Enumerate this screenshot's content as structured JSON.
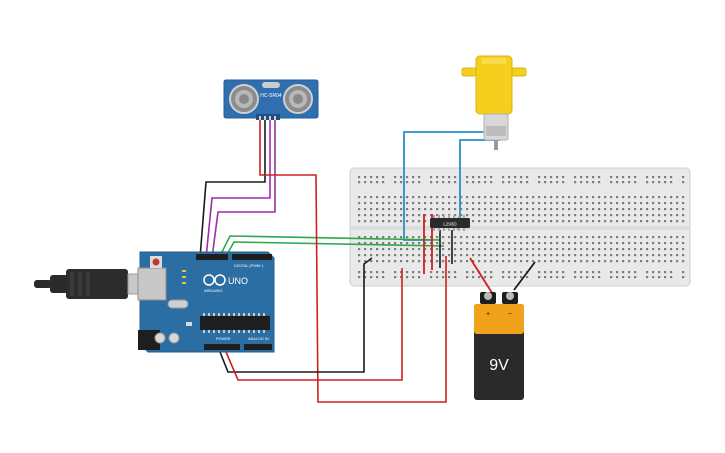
{
  "sensor": {
    "model": "HC-SR04"
  },
  "arduino": {
    "model": "UNO",
    "brand": "ARDUINO",
    "header_digital": "DIGITAL (PWM~)",
    "header_power": "POWER",
    "header_analog": "ANALOG IN"
  },
  "driver_ic": {
    "label": "L293D"
  },
  "battery": {
    "label": "9V",
    "plus": "+",
    "minus": "−"
  },
  "colors": {
    "wire_red": "#d0201f",
    "wire_black": "#1a1a1a",
    "wire_blue": "#2a8ec9",
    "wire_green": "#2ea84a",
    "wire_purple": "#9b2fa8",
    "arduino_blue": "#2b6ea4",
    "breadboard": "#e9e9e9",
    "motor_yellow": "#f6cf1e",
    "battery_yellow": "#f0a21b"
  }
}
